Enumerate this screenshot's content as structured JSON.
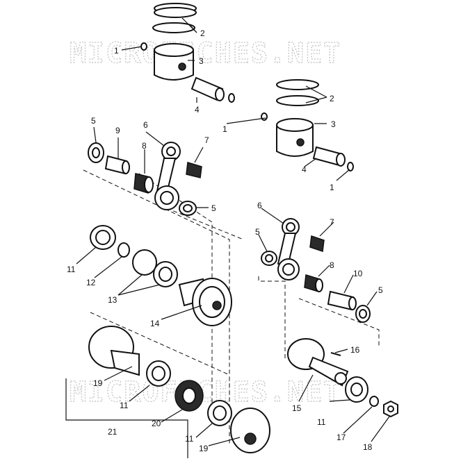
{
  "watermark": {
    "text": "MICROFICHES.NET"
  },
  "callouts": {
    "c1a": "1",
    "c1b": "1",
    "c1c": "1",
    "c2a": "2",
    "c2b": "2",
    "c3a": "3",
    "c3b": "3",
    "c4a": "4",
    "c4b": "4",
    "c5a": "5",
    "c5b": "5",
    "c5c": "5",
    "c5d": "5",
    "c6a": "6",
    "c6b": "6",
    "c7a": "7",
    "c7b": "7",
    "c8a": "8",
    "c8b": "8",
    "c9": "9",
    "c10": "10",
    "c11a": "11",
    "c11b": "11",
    "c11c": "11",
    "c11d": "11",
    "c12": "12",
    "c13": "13",
    "c14": "14",
    "c15": "15",
    "c16": "16",
    "c17": "17",
    "c18": "18",
    "c19a": "19",
    "c19b": "19",
    "c20": "20",
    "c21": "21"
  }
}
